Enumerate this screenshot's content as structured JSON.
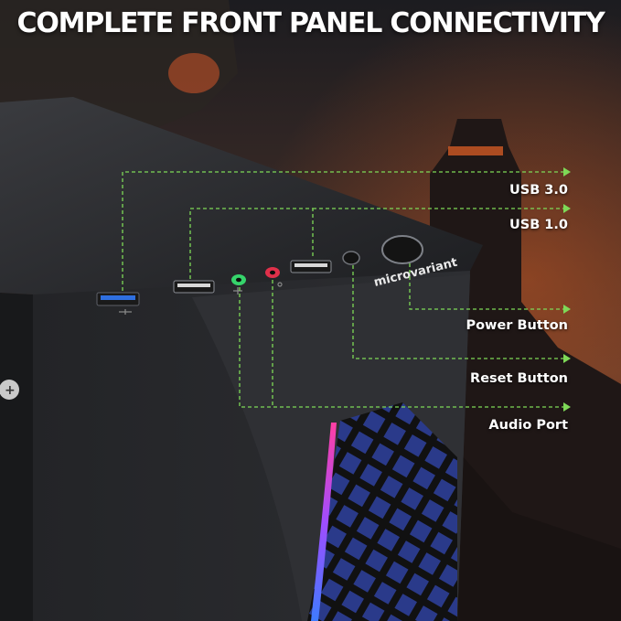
{
  "headline": "COMPLETE FRONT PANEL CONNECTIVITY",
  "brand": "microvariant",
  "callouts": {
    "usb3": "USB 3.0",
    "usb1": "USB 1.0",
    "power": "Power Button",
    "reset": "Reset Button",
    "audio": "Audio Port"
  },
  "colors": {
    "guide_line": "#7ed957",
    "usb3_port": "#2f6fe0",
    "audio_jack_mic": "#e0304a",
    "audio_jack_headphone": "#36d46b",
    "rgb_strip_top": "#ff3fa4",
    "rgb_strip_bottom": "#3f7bff",
    "sky_glow": "#c2531f"
  },
  "icons": {
    "usb_symbol": "usb-icon",
    "headphone_symbol": "headphone-icon",
    "mic_symbol": "microphone-icon"
  }
}
